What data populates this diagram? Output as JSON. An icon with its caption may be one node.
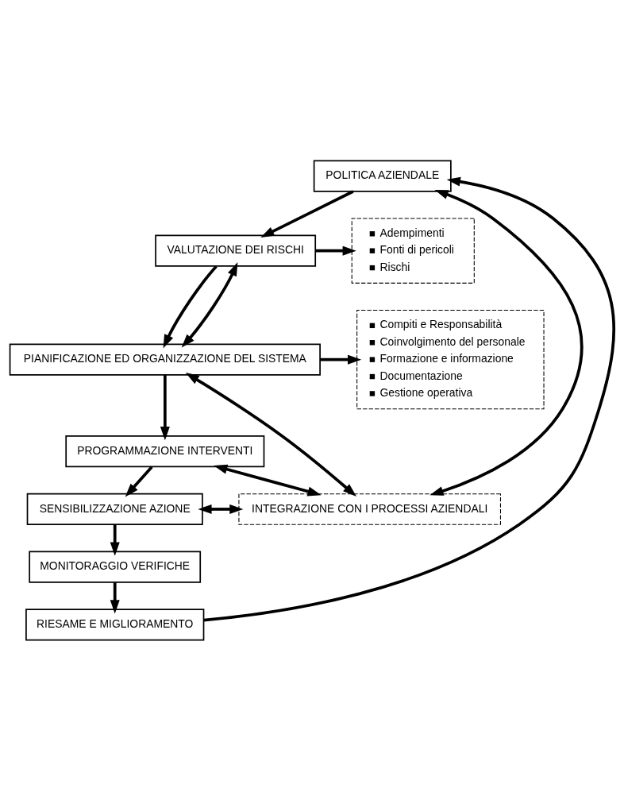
{
  "diagram": {
    "nodes": [
      {
        "text": [
          "POLITICA AZIENDALE"
        ]
      },
      {
        "text": [
          "VALUTAZIONE DEI RISCHI"
        ]
      },
      {
        "text": [
          "Adempimenti",
          "Fonti di pericoli",
          "Rischi"
        ]
      },
      {
        "text": [
          "PIANIFICAZIONE ED ORGANIZZAZIONE DEL SISTEMA"
        ]
      },
      {
        "text": [
          "Compiti e Responsabilità",
          "Coinvolgimento del personale",
          "Formazione e informazione",
          "Documentazione",
          "Gestione operativa"
        ]
      },
      {
        "text": [
          "PROGRAMMAZIONE INTERVENTI"
        ]
      },
      {
        "text": [
          "SENSIBILIZZAZIONE AZIONE"
        ]
      },
      {
        "text": [
          "INTEGRAZIONE CON I PROCESSI AZIENDALI"
        ]
      },
      {
        "text": [
          "MONITORAGGIO VERIFICHE"
        ]
      },
      {
        "text": [
          "RIESAME E MIGLIORAMENTO"
        ]
      }
    ],
    "edges": [
      {
        "from": 0,
        "to": 1,
        "arrow": "to"
      },
      {
        "from": 1,
        "to": 2,
        "arrow": "to"
      },
      {
        "from": 1,
        "to": 3,
        "arrow": "to"
      },
      {
        "from": 3,
        "to": 1,
        "arrow": "both"
      },
      {
        "from": 3,
        "to": 4,
        "arrow": "to"
      },
      {
        "from": 3,
        "to": 5,
        "arrow": "to"
      },
      {
        "from": 5,
        "to": 6,
        "arrow": "to"
      },
      {
        "from": 6,
        "to": 8,
        "arrow": "to"
      },
      {
        "from": 8,
        "to": 9,
        "arrow": "to"
      },
      {
        "from": 9,
        "to": 0,
        "arrow": "to"
      },
      {
        "from": 5,
        "to": 7,
        "arrow": "both"
      },
      {
        "from": 3,
        "to": 7,
        "arrow": "both"
      },
      {
        "from": 0,
        "to": 7,
        "arrow": "both"
      },
      {
        "from": 6,
        "to": 7,
        "arrow": "both"
      }
    ]
  }
}
